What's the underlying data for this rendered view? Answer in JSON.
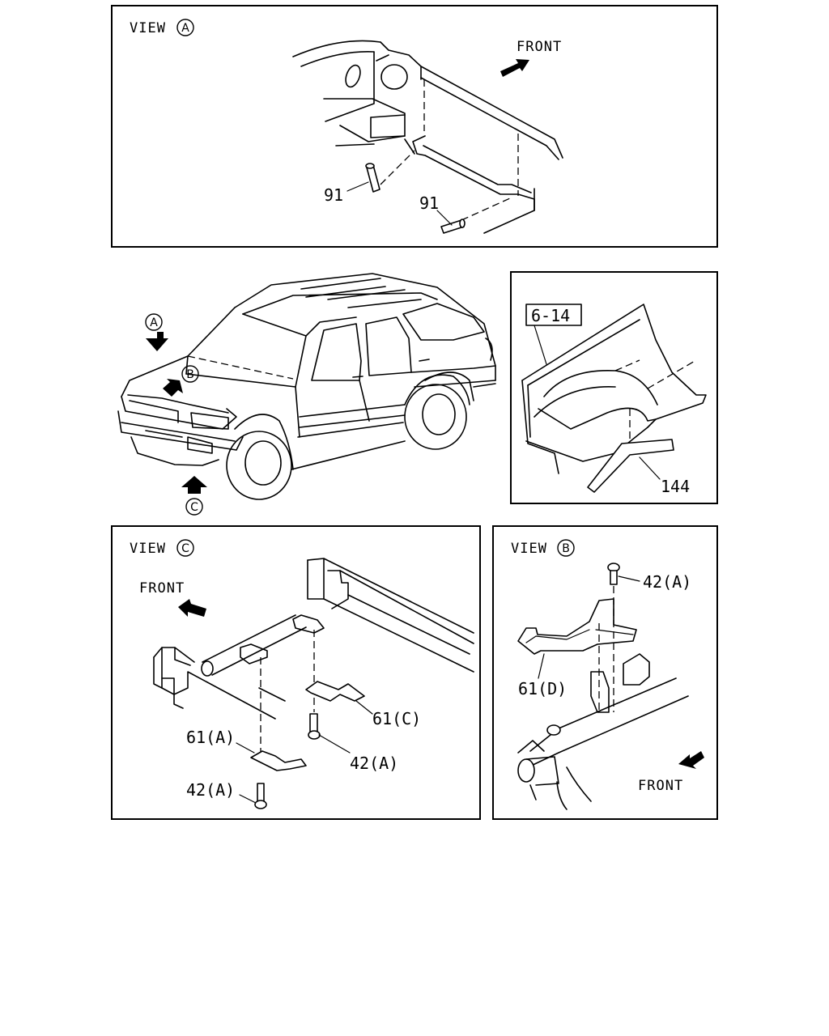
{
  "views": {
    "a": {
      "view_word": "VIEW",
      "view_letter": "A",
      "front": "FRONT",
      "callouts": [
        "91",
        "91"
      ]
    },
    "main": {
      "arrow_a": "A",
      "arrow_b": "B",
      "arrow_c": "C"
    },
    "fender": {
      "boxed_ref": "6-14",
      "callout": "144"
    },
    "c": {
      "view_word": "VIEW",
      "view_letter": "C",
      "front": "FRONT",
      "callouts": [
        "61(C)",
        "61(A)",
        "42(A)",
        "42(A)"
      ]
    },
    "b": {
      "view_word": "VIEW",
      "view_letter": "B",
      "front": "FRONT",
      "callouts": [
        "42(A)",
        "61(D)"
      ]
    }
  },
  "icons": [
    "front-arrow-icon",
    "view-direction-arrow-icon",
    "circled-letter-icon"
  ],
  "colors": {
    "ink": "#000000",
    "paper": "#ffffff"
  }
}
